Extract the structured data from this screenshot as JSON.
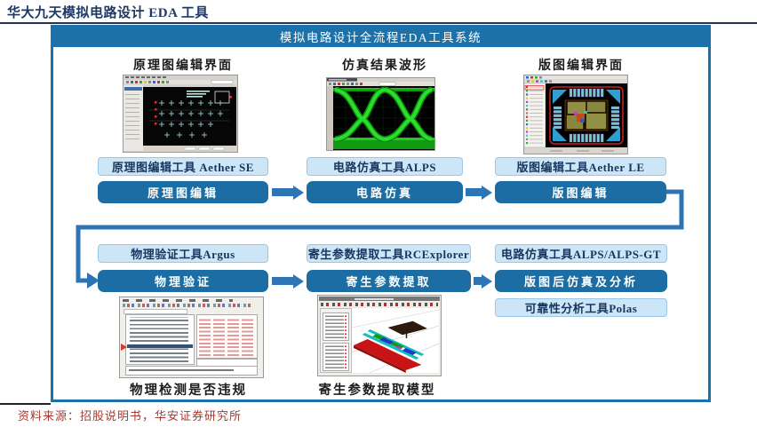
{
  "page": {
    "title": "华大九天模拟电路设计 EDA 工具",
    "source": "资料来源：招股说明书，华安证券研究所"
  },
  "diagram": {
    "header": "模拟电路设计全流程EDA工具系统",
    "col_titles": [
      "原理图编辑界面",
      "仿真结果波形",
      "版图编辑界面"
    ],
    "tool_bars_row1": [
      "原理图编辑工具 Aether SE",
      "电路仿真工具ALPS",
      "版图编辑工具Aether LE"
    ],
    "steps_row1": [
      "原理图编辑",
      "电路仿真",
      "版图编辑"
    ],
    "tool_bars_row2": [
      "物理验证工具Argus",
      "寄生参数提取工具RCExplorer",
      "电路仿真工具ALPS/ALPS-GT"
    ],
    "steps_row2": [
      "物理验证",
      "寄生参数提取",
      "版图后仿真及分析"
    ],
    "extra_tool_bar": "可靠性分析工具Polas",
    "captions": [
      "物理检测是否违规",
      "寄生参数提取模型"
    ]
  },
  "colors": {
    "header_bg": "#1C71A8",
    "step_button_bg": "#1B6DA3",
    "tool_bar_bg": "#CDE6F7",
    "tool_bar_text": "#17365D",
    "arrow": "#2E75B6",
    "title_text": "#1F3864",
    "source_text": "#A63A32"
  }
}
